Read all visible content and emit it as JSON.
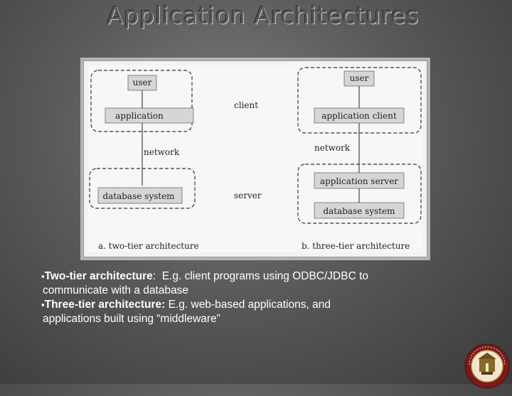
{
  "slide": {
    "title": "Application Architectures"
  },
  "diagram": {
    "middle_labels": {
      "client": "client",
      "server": "server"
    },
    "two_tier": {
      "user": "user",
      "application": "application",
      "network": "network",
      "database_system": "database system",
      "caption": "a.  two-tier architecture"
    },
    "three_tier": {
      "user": "user",
      "application_client": "application client",
      "network": "network",
      "application_server": "application server",
      "database_system": "database system",
      "caption": "b.  three-tier architecture"
    }
  },
  "bullets": [
    {
      "marker": "▪",
      "term": "Two-tier architecture",
      "sep": ":",
      "line1": "  E.g. client programs using ODBC/JDBC to",
      "line2": "communicate with a database"
    },
    {
      "marker": "▪",
      "term": "Three-tier architecture",
      "sep": ":",
      "line1": " E.g. web-based applications, and",
      "line2": "applications built using “middleware”"
    }
  ],
  "seal": {
    "top_text": "AMERICAN",
    "right_text": "LEADERSHIP",
    "left_text": "UNIVERSITY",
    "colors": {
      "ring": "#7a1a1a",
      "inner": "#f2e6cf",
      "accent": "#c8a24a"
    }
  }
}
